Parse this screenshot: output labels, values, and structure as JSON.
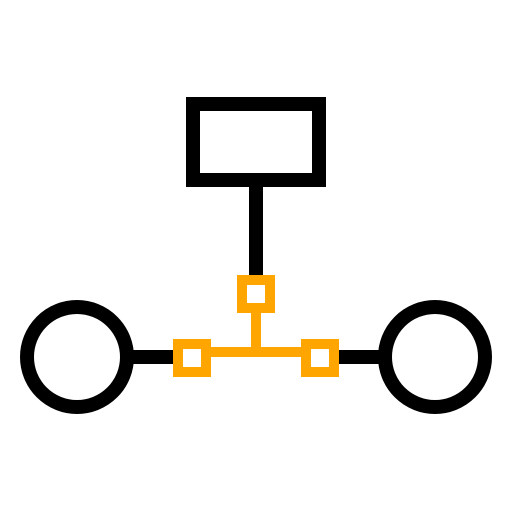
{
  "icon": {
    "name": "network-topology-icon",
    "colors": {
      "outline": "#000000",
      "connector": "#FFA500",
      "background": "#FFFFFF"
    },
    "parts": {
      "top_node": "rectangle",
      "left_node": "circle",
      "right_node": "circle",
      "junctions": [
        "square",
        "square",
        "square"
      ]
    }
  }
}
